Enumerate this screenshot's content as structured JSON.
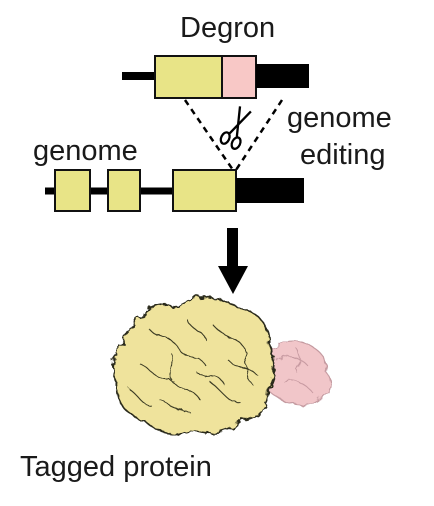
{
  "labels": {
    "degron": "Degron",
    "genome": "genome",
    "genome_editing_line1": "genome",
    "genome_editing_line2": "editing",
    "tagged_protein": "Tagged protein"
  },
  "colors": {
    "exon_yellow": "#e8e487",
    "degron_pink": "#f8c8c6",
    "protein_yellow": "#efe39c",
    "protein_pink": "#f1c6c9",
    "outline": "#111111",
    "intron_black": "#000000"
  },
  "icons": {
    "cut": "scissors-icon",
    "process": "arrow-down-icon"
  }
}
